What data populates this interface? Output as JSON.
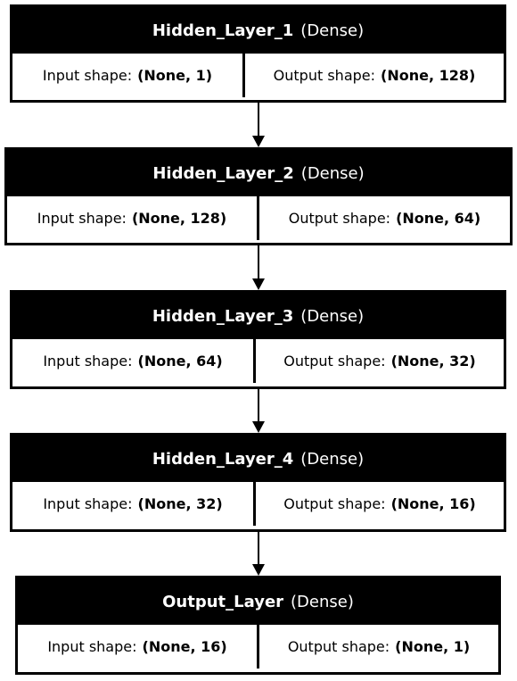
{
  "layers": [
    {
      "name": "Hidden_Layer_1",
      "type": "(Dense)",
      "input_label": "Input shape:",
      "input_shape": "(None, 1)",
      "output_label": "Output shape:",
      "output_shape": "(None, 128)"
    },
    {
      "name": "Hidden_Layer_2",
      "type": "(Dense)",
      "input_label": "Input shape:",
      "input_shape": "(None, 128)",
      "output_label": "Output shape:",
      "output_shape": "(None, 64)"
    },
    {
      "name": "Hidden_Layer_3",
      "type": "(Dense)",
      "input_label": "Input shape:",
      "input_shape": "(None, 64)",
      "output_label": "Output shape:",
      "output_shape": "(None, 32)"
    },
    {
      "name": "Hidden_Layer_4",
      "type": "(Dense)",
      "input_label": "Input shape:",
      "input_shape": "(None, 32)",
      "output_label": "Output shape:",
      "output_shape": "(None, 16)"
    },
    {
      "name": "Output_Layer",
      "type": "(Dense)",
      "input_label": "Input shape:",
      "input_shape": "(None, 16)",
      "output_label": "Output shape:",
      "output_shape": "(None, 1)"
    }
  ],
  "colors": {
    "header_background": "#000000",
    "header_text": "#ffffff",
    "border": "#000000",
    "body_background": "#ffffff"
  }
}
